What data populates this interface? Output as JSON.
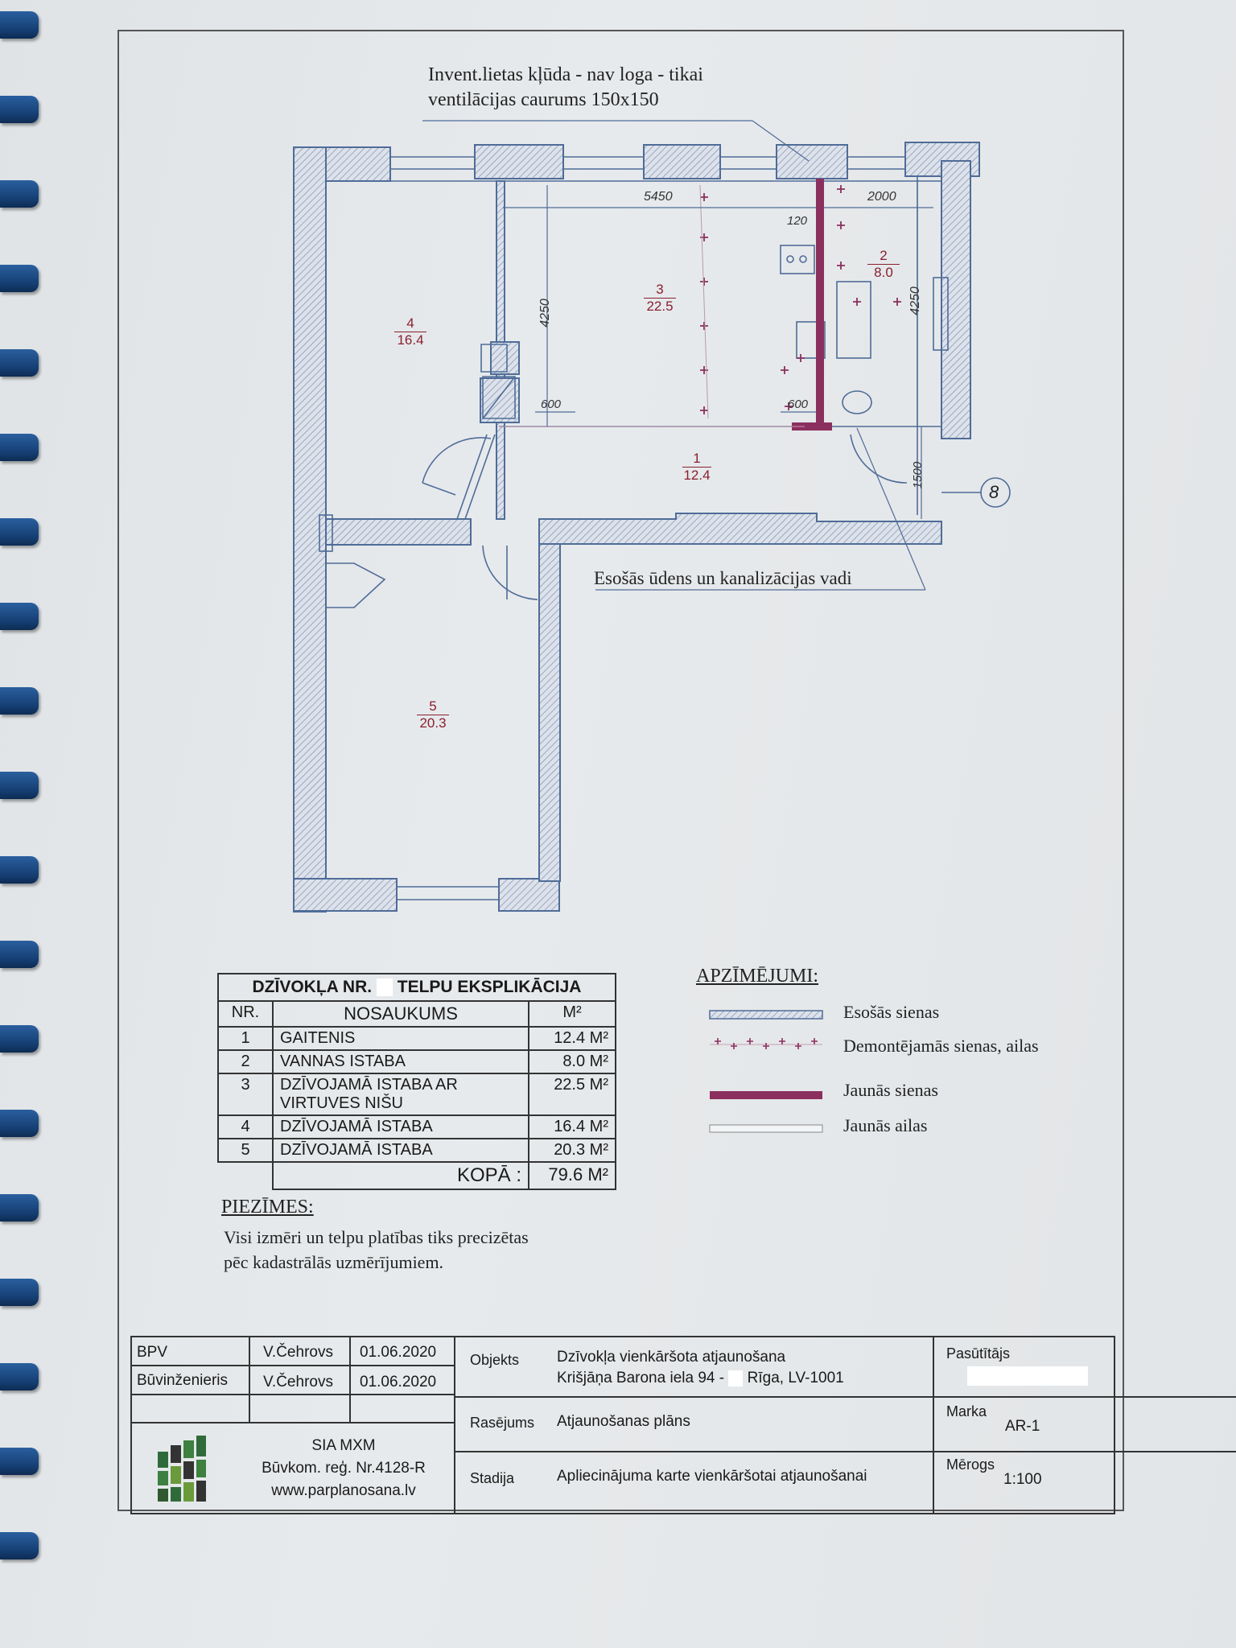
{
  "annotations": {
    "vent_note_line1": "Invent.lietas kļūda - nav loga - tikai",
    "vent_note_line2": "ventilācijas caurums 150x150",
    "pipes_note": "Esošās ūdens un kanalizācijas vadi",
    "axis_marker": "8"
  },
  "dimensions": {
    "d5450": "5450",
    "d2000": "2000",
    "d120": "120",
    "d4250_left": "4250",
    "d4250_right": "4250",
    "d600_left": "600",
    "d600_right": "600",
    "d1500": "1500"
  },
  "rooms": [
    {
      "num": "1",
      "area": "12.4"
    },
    {
      "num": "2",
      "area": "8.0"
    },
    {
      "num": "3",
      "area": "22.5"
    },
    {
      "num": "4",
      "area": "16.4"
    },
    {
      "num": "5",
      "area": "20.3"
    }
  ],
  "explication": {
    "title_prefix": "DZĪVOKĻA NR.",
    "title_suffix": "TELPU EKSPLIKĀCIJA",
    "col_nr": "NR.",
    "col_name": "NOSAUKUMS",
    "col_area": "M²",
    "rows": [
      {
        "nr": "1",
        "name": "GAITENIS",
        "area": "12.4 M²"
      },
      {
        "nr": "2",
        "name": "VANNAS ISTABA",
        "area": "8.0 M²"
      },
      {
        "nr": "3",
        "name": "DZĪVOJAMĀ ISTABA AR",
        "name2": "VIRTUVES NIŠU",
        "area": "22.5 M²"
      },
      {
        "nr": "4",
        "name": "DZĪVOJAMĀ ISTABA",
        "area": "16.4 M²"
      },
      {
        "nr": "5",
        "name": "DZĪVOJAMĀ ISTABA",
        "area": "20.3 M²"
      }
    ],
    "total_label": "KOPĀ :",
    "total_value": "79.6 M²"
  },
  "notes": {
    "heading": "PIEZĪMES:",
    "line1": "Visi izmēri un telpu platības tiks precizētas",
    "line2": "pēc kadastrālās uzmērījumiem."
  },
  "legend": {
    "heading": "APZĪMĒJUMI:",
    "items": [
      {
        "label": "Esošās sienas"
      },
      {
        "label": "Demontējamās sienas, ailas"
      },
      {
        "label": "Jaunās sienas"
      },
      {
        "label": "Jaunās ailas"
      }
    ]
  },
  "title_block": {
    "role1": "BPV",
    "name1": "V.Čehrovs",
    "date1": "01.06.2020",
    "role2": "Būvinženieris",
    "name2": "V.Čehrovs",
    "date2": "01.06.2020",
    "company_name": "SIA MXM",
    "company_reg": "Būvkom. reģ. Nr.4128-R",
    "company_web": "www.parplanosana.lv",
    "objekts_label": "Objekts",
    "objekts_line1": "Dzīvokļa vienkāršota atjaunošana",
    "objekts_line2_prefix": "Krišjāņa Barona iela 94 -",
    "objekts_line2_suffix": "Rīga, LV-1001",
    "rasejums_label": "Rasējums",
    "rasejums_value": "Atjaunošanas plāns",
    "stadija_label": "Stadija",
    "stadija_value": "Apliecinājuma karte vienkāršotai atjaunošanai",
    "pasutitajs_label": "Pasūtītājs",
    "marka_label": "Marka",
    "marka_value": "AR-1",
    "merogs_label": "Mērogs",
    "merogs_value": "1:100"
  },
  "colors": {
    "existing_wall": "#4f6c98",
    "new_wall": "#8b2f5e",
    "demolish_mark": "#8b2f5e",
    "room_label": "#8a1f2e"
  }
}
